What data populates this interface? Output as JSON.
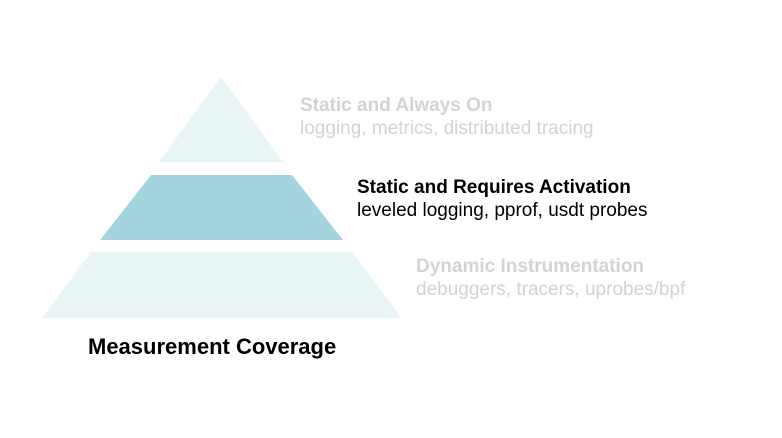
{
  "tiers": [
    {
      "title": "Static and Always On",
      "description": "logging, metrics, distributed tracing",
      "state": "muted"
    },
    {
      "title": "Static and Requires Activation",
      "description": "leveled logging, pprof, usdt probes",
      "state": "active"
    },
    {
      "title": "Dynamic Instrumentation",
      "description": "debuggers, tracers, uprobes/bpf",
      "state": "muted"
    }
  ],
  "footer_label": "Measurement Coverage",
  "colors": {
    "tier_pale": "#eaf5f8",
    "tier_highlight": "#a4d5df",
    "text_muted": "#d3d3d3",
    "text_active": "#000000"
  }
}
